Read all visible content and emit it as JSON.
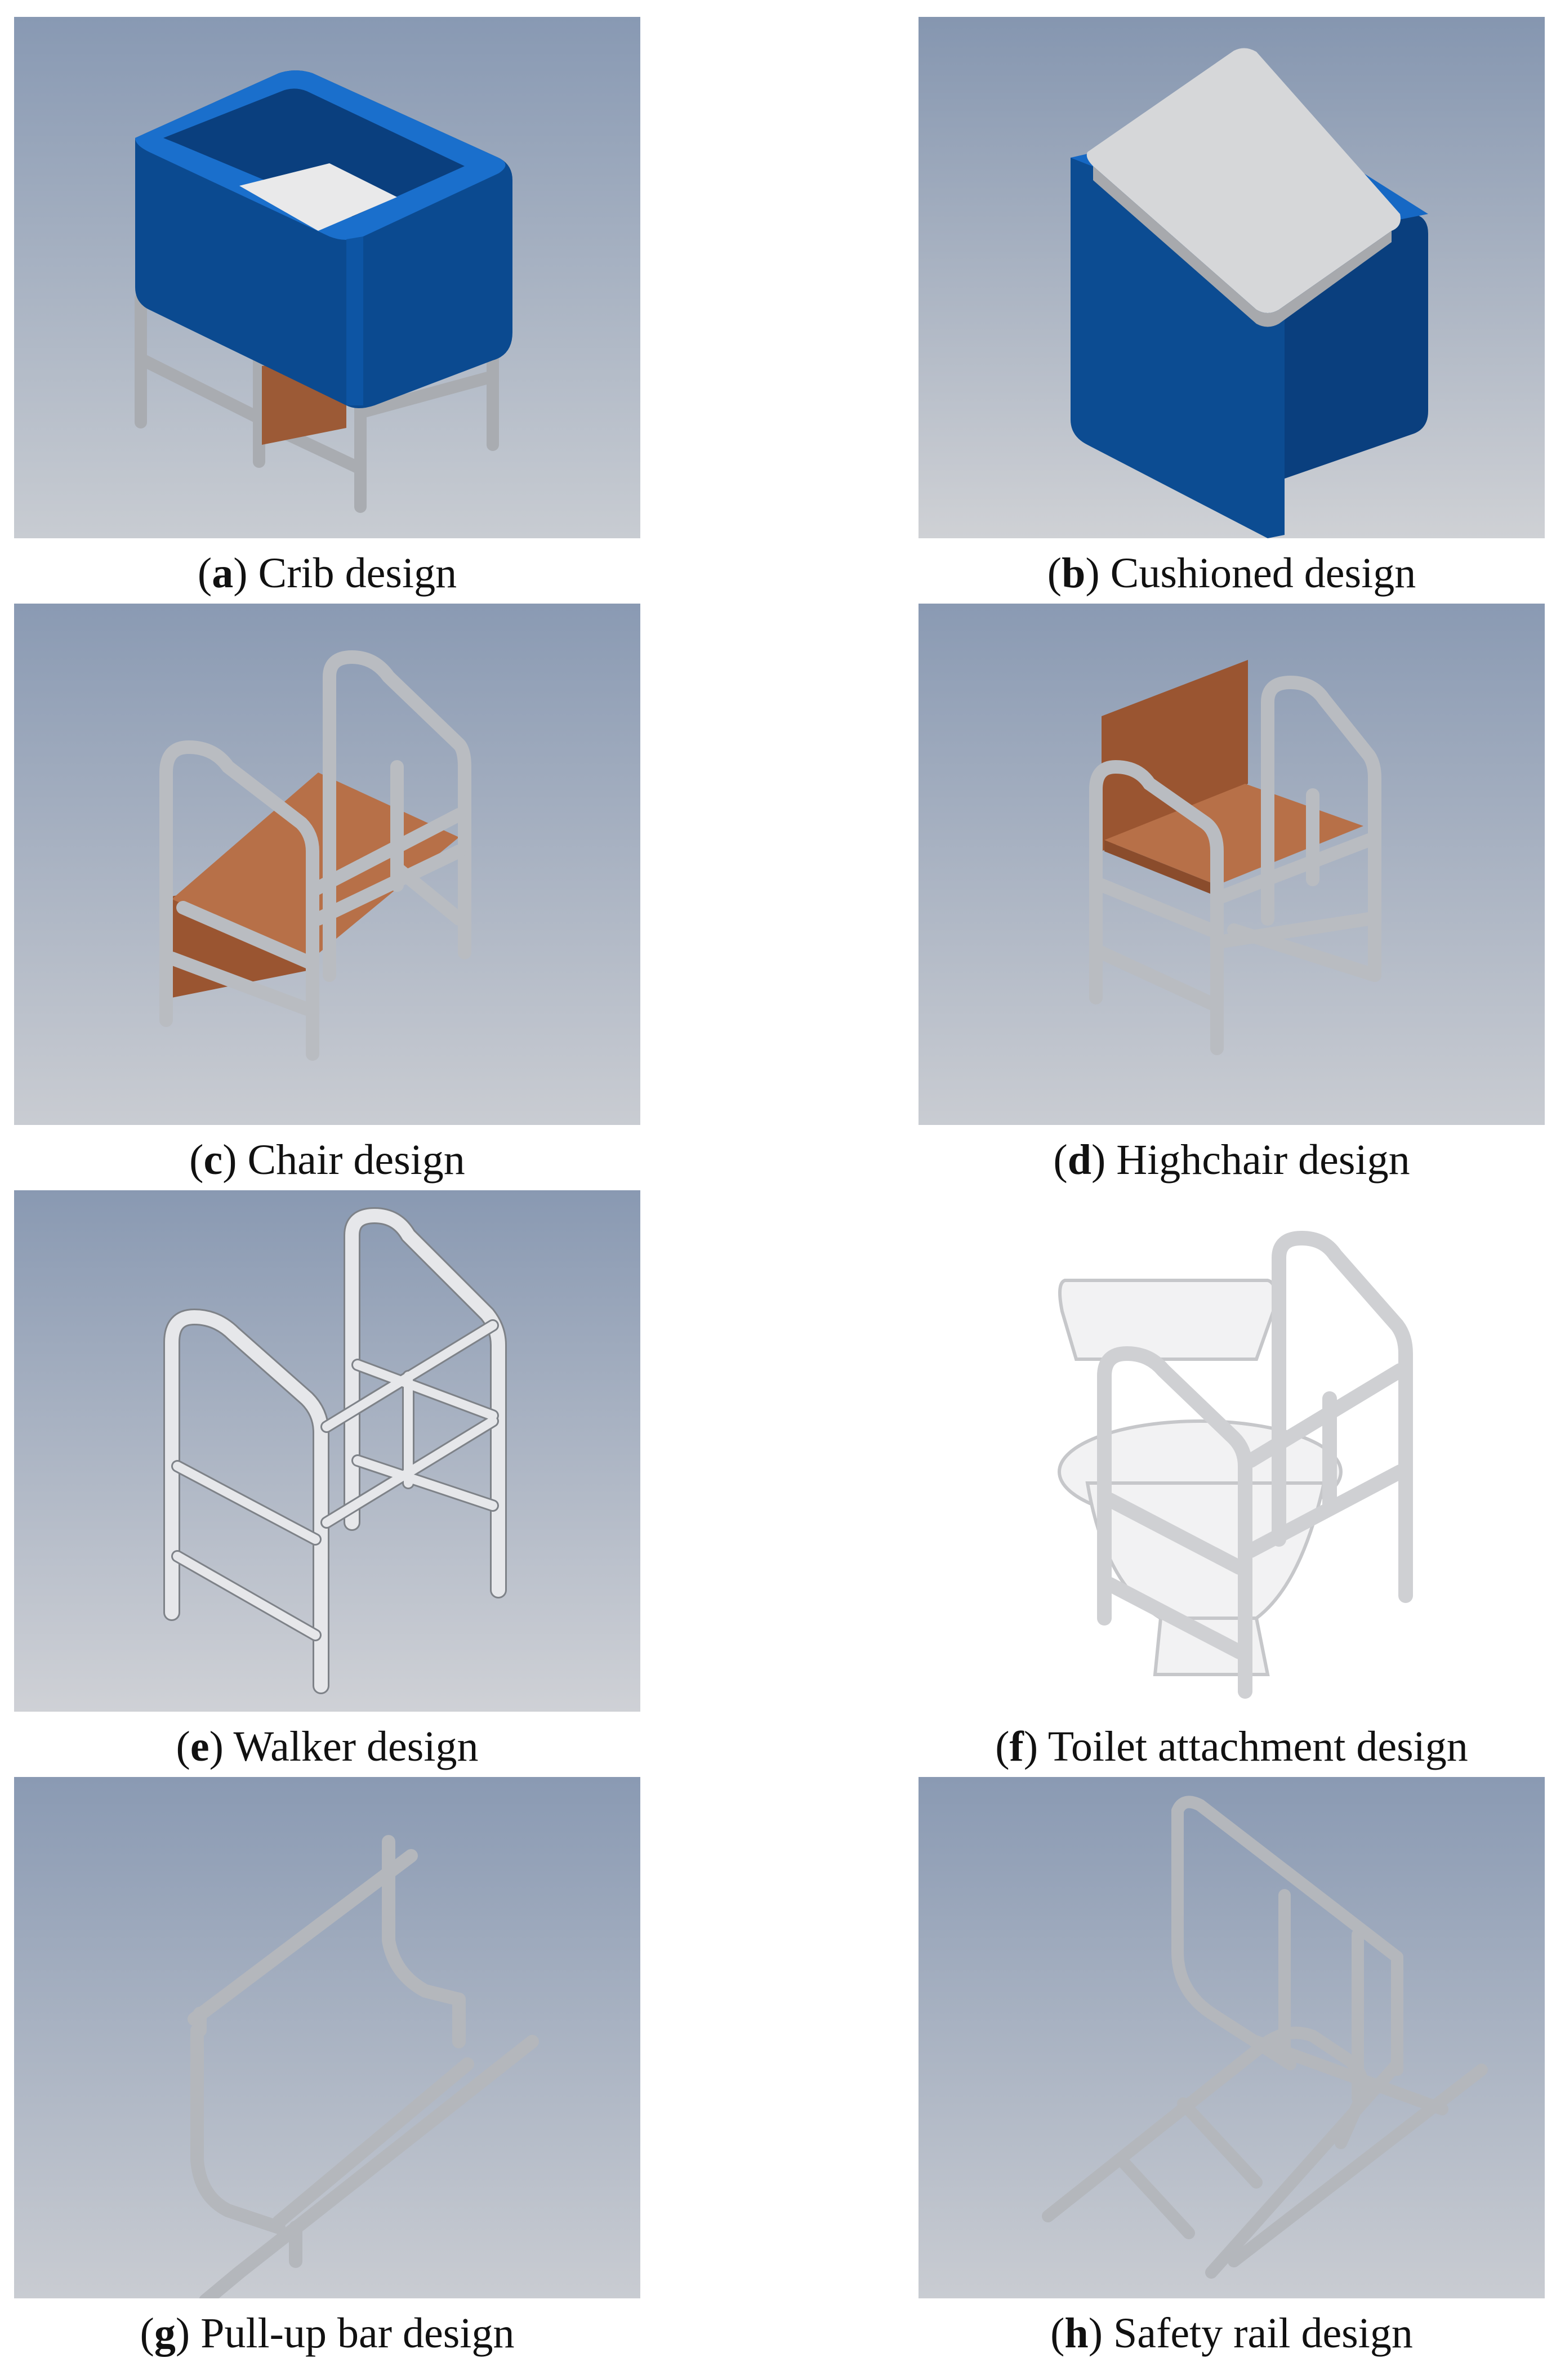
{
  "figure": {
    "panels": [
      {
        "id": "a",
        "letter": "a",
        "label": "Crib design"
      },
      {
        "id": "b",
        "letter": "b",
        "label": "Cushioned design"
      },
      {
        "id": "c",
        "letter": "c",
        "label": "Chair design"
      },
      {
        "id": "d",
        "letter": "d",
        "label": "Highchair design"
      },
      {
        "id": "e",
        "letter": "e",
        "label": "Walker design"
      },
      {
        "id": "f",
        "letter": "f",
        "label": "Toilet attachment design"
      },
      {
        "id": "g",
        "letter": "g",
        "label": "Pull-up bar design"
      },
      {
        "id": "h",
        "letter": "h",
        "label": "Safety rail design"
      }
    ]
  },
  "colors": {
    "render_bg_top": "#8c9cb4",
    "render_bg_bottom": "#c9ccd2",
    "blue_body": "#0c4c92",
    "blue_light": "#1668c4",
    "frame_metal": "#b9bcc1",
    "wood": "#b56f45",
    "cushion": "#d8d9db"
  }
}
